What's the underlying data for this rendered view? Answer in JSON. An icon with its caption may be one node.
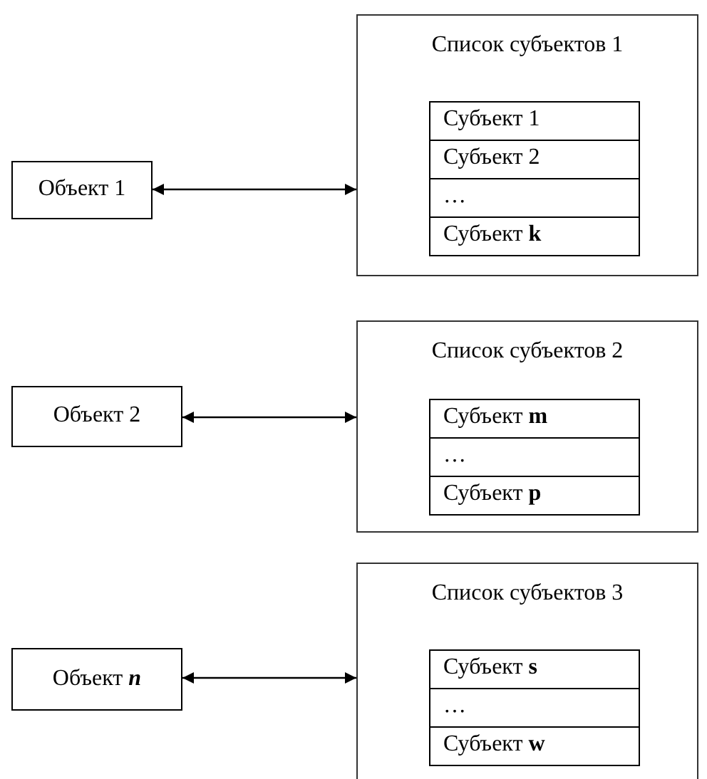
{
  "diagram": {
    "nodes": [
      {
        "text": [
          "Объект 1"
        ]
      },
      {
        "text": [
          "Список субъектов 1"
        ]
      },
      {
        "text": [
          "Субъект 1"
        ],
        "in": 1
      },
      {
        "text": [
          "Субъект 2"
        ],
        "in": 1
      },
      {
        "text": [
          "…"
        ],
        "in": 1
      },
      {
        "text": [
          "Субъект **k**"
        ],
        "in": 1
      },
      {
        "text": [
          "Объект 2"
        ]
      },
      {
        "text": [
          "Список субъектов 2"
        ]
      },
      {
        "text": [
          "Субъект **m**"
        ],
        "in": 7
      },
      {
        "text": [
          "…"
        ],
        "in": 7
      },
      {
        "text": [
          "Субъект **p**"
        ],
        "in": 7
      },
      {
        "text": [
          "Объект *n*"
        ]
      },
      {
        "text": [
          "Список субъектов 3"
        ]
      },
      {
        "text": [
          "Субъект **s**"
        ],
        "in": 12
      },
      {
        "text": [
          "…"
        ],
        "in": 12
      },
      {
        "text": [
          "Субъект **w**"
        ],
        "in": 12
      }
    ],
    "edges": [
      {
        "from": 0,
        "to": 1,
        "arrow": "both"
      },
      {
        "from": 6,
        "to": 7,
        "arrow": "both"
      },
      {
        "from": 11,
        "to": 12,
        "arrow": "both"
      }
    ]
  }
}
